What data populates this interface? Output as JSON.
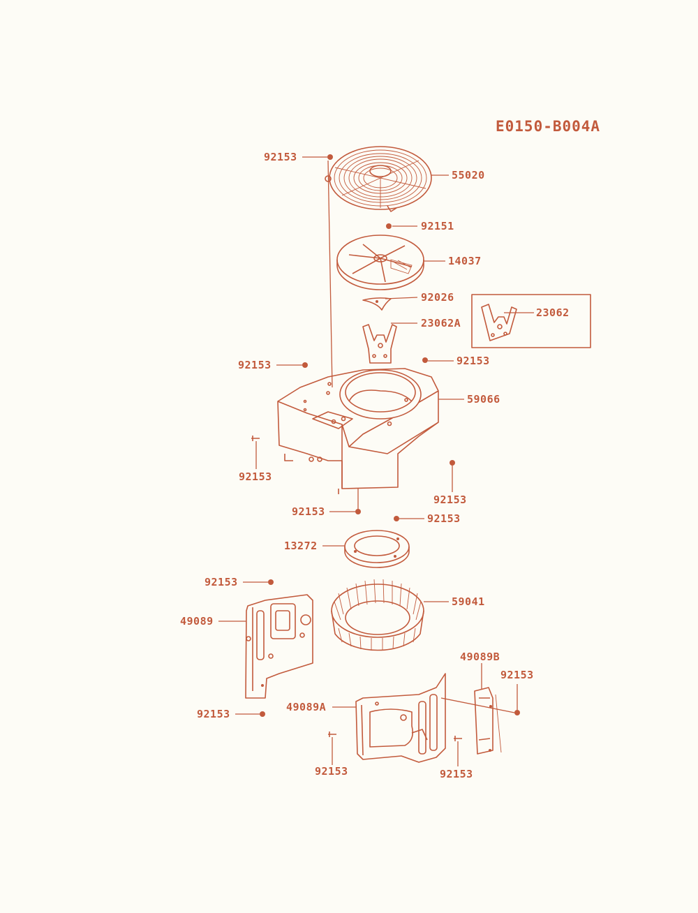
{
  "diagram_code": "E0150-B004A",
  "colors": {
    "ink": "#c25a3c",
    "paper": "#fdfcf6"
  },
  "labels": {
    "l_92153_a": "92153",
    "l_55020": "55020",
    "l_92151": "92151",
    "l_14037": "14037",
    "l_92026": "92026",
    "l_23062A": "23062A",
    "l_23062": "23062",
    "l_92153_b": "92153",
    "l_92153_c": "92153",
    "l_59066": "59066",
    "l_92153_d": "92153",
    "l_92153_e": "92153",
    "l_92153_f": "92153",
    "l_92153_g": "92153",
    "l_13272": "13272",
    "l_92153_h": "92153",
    "l_59041": "59041",
    "l_49089": "49089",
    "l_49089B": "49089B",
    "l_92153_i": "92153",
    "l_92153_j": "92153",
    "l_49089A": "49089A",
    "l_92153_k": "92153",
    "l_92153_l": "92153"
  }
}
